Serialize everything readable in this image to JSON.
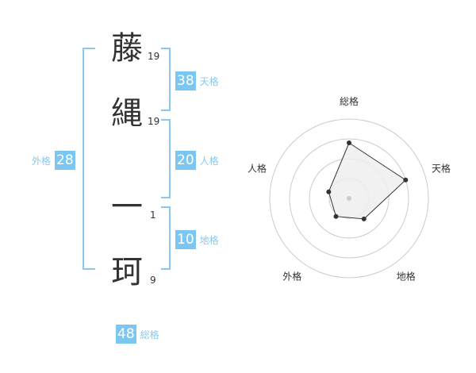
{
  "name": {
    "chars": [
      {
        "char": "藤",
        "strokes": "19"
      },
      {
        "char": "縄",
        "strokes": "19"
      },
      {
        "char": "一",
        "strokes": "1"
      },
      {
        "char": "珂",
        "strokes": "9"
      }
    ]
  },
  "kakusu": {
    "tenkaku": {
      "value": "38",
      "label": "天格"
    },
    "jinkaku": {
      "value": "20",
      "label": "人格"
    },
    "chikaku": {
      "value": "10",
      "label": "地格"
    },
    "gaikaku": {
      "value": "28",
      "label": "外格"
    },
    "soukaku": {
      "value": "48",
      "label": "総格"
    }
  },
  "chart_data": {
    "type": "radar",
    "axes": [
      "総格",
      "天格",
      "地格",
      "外格",
      "人格"
    ],
    "values": [
      0.7,
      0.75,
      0.32,
      0.28,
      0.27
    ],
    "max": 1,
    "rings": 4,
    "fill_color": "#eeeeee",
    "line_color": "#333333",
    "center_dot_color": "#cccccc"
  },
  "colors": {
    "accent": "#7cc6f2",
    "bracket": "#8cc8ee"
  }
}
